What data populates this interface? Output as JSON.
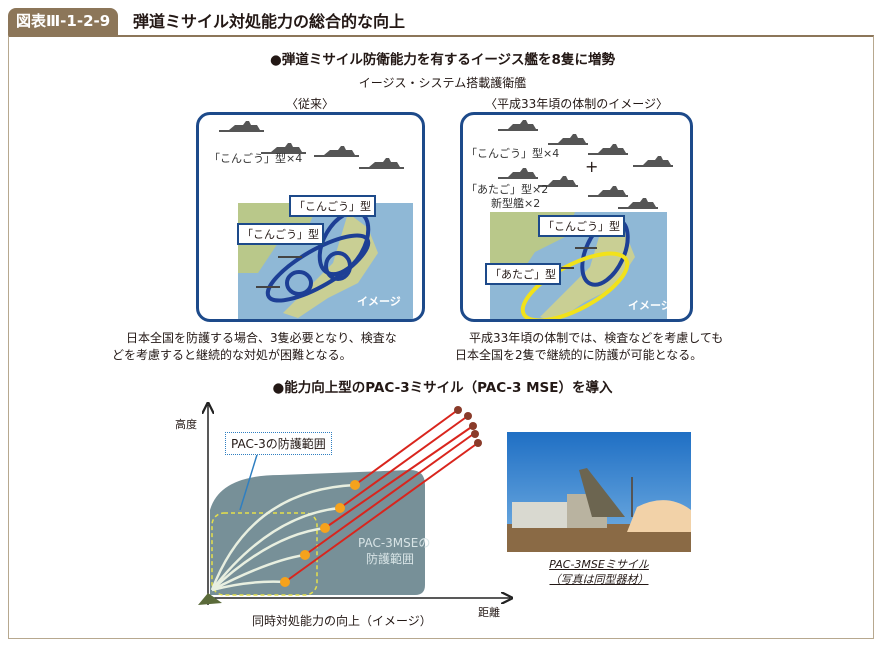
{
  "figure": {
    "number": "図表Ⅲ-1-2-9",
    "title": "弾道ミサイル対処能力の総合的な向上"
  },
  "section1": {
    "heading": "●弾道ミサイル防衛能力を有するイージス艦を8隻に増勢",
    "subheading": "イージス・システム搭載護衛艦",
    "left": {
      "label": "〈従来〉",
      "ships": "「こんごう」型×4",
      "tag1": "「こんごう」型",
      "tag2": "「こんごう」型",
      "image_note": "イメージ",
      "caption1": "日本全国を防護する場合、3隻必要となり、検査な",
      "caption2": "どを考慮すると継続的な対処が困難となる。"
    },
    "right": {
      "label": "〈平成33年頃の体制のイメージ〉",
      "ships1": "「こんごう」型×4",
      "plus": "+",
      "ships2": "「あたご」型×2",
      "ships3": "新型艦×2",
      "tag1": "「こんごう」型",
      "tag2": "「あたご」型",
      "image_note": "イメージ",
      "caption1": "平成33年頃の体制では、検査などを考慮しても",
      "caption2": "日本全国を2隻で継続的に防護が可能となる。"
    }
  },
  "section2": {
    "heading": "●能力向上型のPAC-3ミサイル（PAC-3 MSE）を導入",
    "y_axis": "高度",
    "x_axis": "距離",
    "pac3_range": "PAC-3の防護範囲",
    "mse_range_1": "PAC-3MSEの",
    "mse_range_2": "防護範囲",
    "caption": "同時対処能力の向上（イメージ）",
    "photo_caption1": "PAC-3MSEミサイル",
    "photo_caption2": "（写真は同型器材）"
  },
  "colors": {
    "tab": "#8c7659",
    "panel_border": "#1d4a8a",
    "kongo_ring": "#1d3f95",
    "atago_ring": "#f2e21a",
    "range_fill": "#5f7d86",
    "trajectory": "#d9251d"
  }
}
